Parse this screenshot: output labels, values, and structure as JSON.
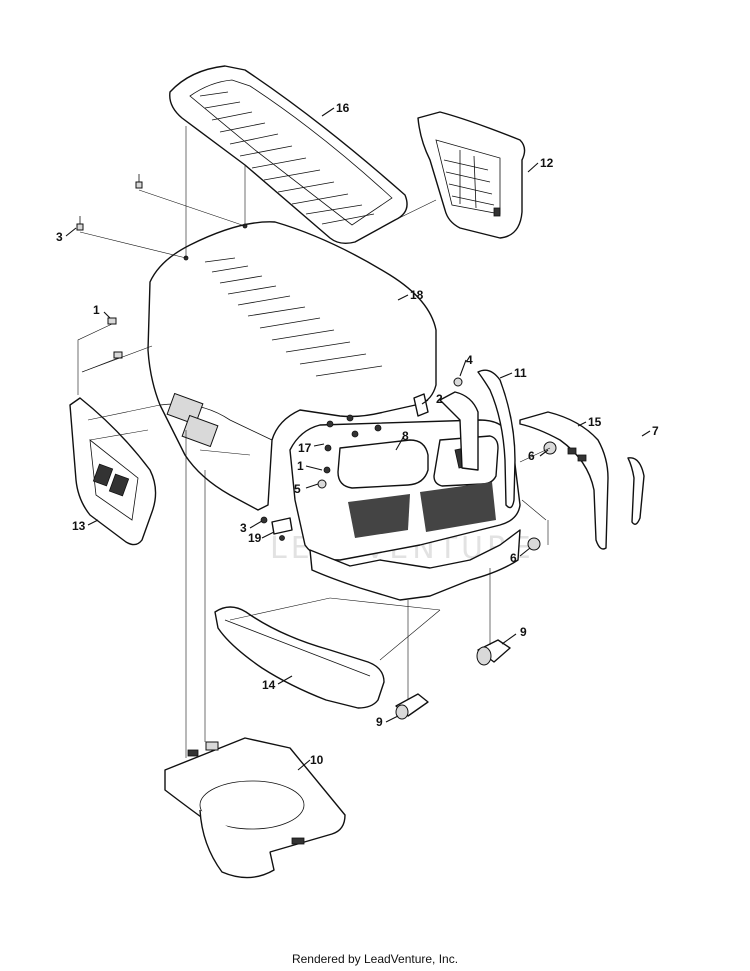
{
  "watermark": "LEADVENTURE",
  "footer": "Rendered by LeadVenture, Inc.",
  "callouts": [
    {
      "id": "c16",
      "label": "16"
    },
    {
      "id": "c12",
      "label": "12"
    },
    {
      "id": "c3a",
      "label": "3"
    },
    {
      "id": "c18",
      "label": "18"
    },
    {
      "id": "c1a",
      "label": "1"
    },
    {
      "id": "c4",
      "label": "4"
    },
    {
      "id": "c11",
      "label": "11"
    },
    {
      "id": "c2",
      "label": "2"
    },
    {
      "id": "c15",
      "label": "15"
    },
    {
      "id": "c17",
      "label": "17"
    },
    {
      "id": "c8",
      "label": "8"
    },
    {
      "id": "c6a",
      "label": "6"
    },
    {
      "id": "c7",
      "label": "7"
    },
    {
      "id": "c1b",
      "label": "1"
    },
    {
      "id": "c5",
      "label": "5"
    },
    {
      "id": "c13",
      "label": "13"
    },
    {
      "id": "c3b",
      "label": "3"
    },
    {
      "id": "c19",
      "label": "19"
    },
    {
      "id": "c6b",
      "label": "6"
    },
    {
      "id": "c9a",
      "label": "9"
    },
    {
      "id": "c14",
      "label": "14"
    },
    {
      "id": "c9b",
      "label": "9"
    },
    {
      "id": "c10",
      "label": "10"
    }
  ]
}
